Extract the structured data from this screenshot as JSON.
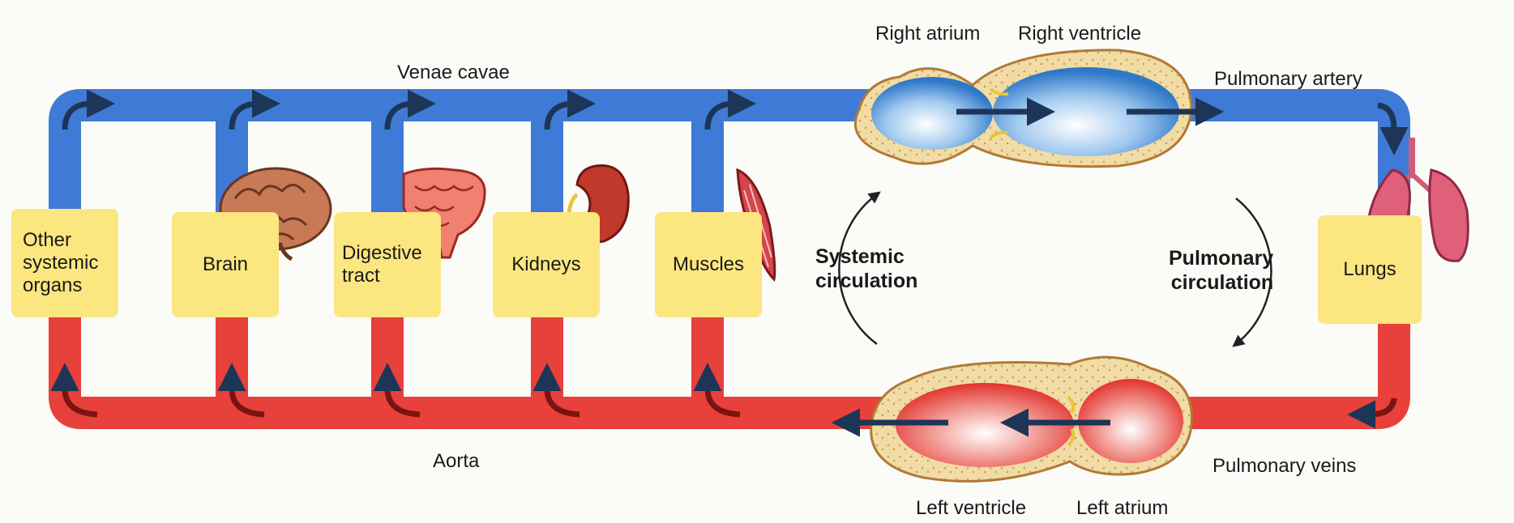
{
  "vessels": {
    "venae_cavae": "Venae cavae",
    "aorta": "Aorta",
    "pulmonary_artery": "Pulmonary artery",
    "pulmonary_veins": "Pulmonary veins"
  },
  "heart": {
    "right_atrium": "Right atrium",
    "right_ventricle": "Right ventricle",
    "left_ventricle": "Left ventricle",
    "left_atrium": "Left atrium"
  },
  "organs": {
    "other": "Other\nsystemic\norgans",
    "brain": "Brain",
    "digestive": "Digestive\ntract",
    "kidneys": "Kidneys",
    "muscles": "Muscles",
    "lungs": "Lungs"
  },
  "circuits": {
    "systemic_line1": "Systemic",
    "systemic_line2": "circulation",
    "pulmonary_line1": "Pulmonary",
    "pulmonary_line2": "circulation"
  },
  "colors": {
    "deoxygenated": "#3f7bd6",
    "oxygenated": "#e8403a",
    "organ_box": "#fbe680",
    "arrow": "#1d3557"
  }
}
